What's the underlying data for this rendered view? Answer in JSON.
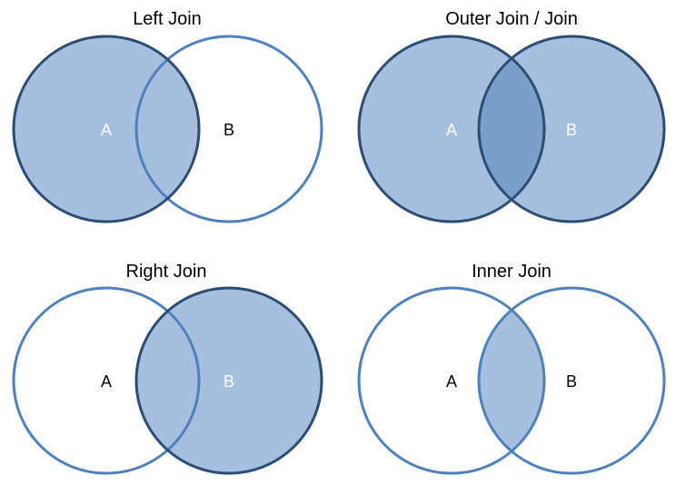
{
  "colors": {
    "fill": "#a7bfdf",
    "overlap_fill": "#7a9fcb",
    "outline": "#4f81bd",
    "dark_outline": "#2c4d75",
    "label_on_fill": "#ffffff",
    "label_on_white": "#000000"
  },
  "panels": {
    "left_join": {
      "title": "Left Join",
      "label_a": "A",
      "label_b": "B"
    },
    "outer_join": {
      "title": "Outer Join / Join",
      "label_a": "A",
      "label_b": "B"
    },
    "right_join": {
      "title": "Right Join",
      "label_a": "A",
      "label_b": "B"
    },
    "inner_join": {
      "title": "Inner Join",
      "label_a": "A",
      "label_b": "B"
    }
  }
}
